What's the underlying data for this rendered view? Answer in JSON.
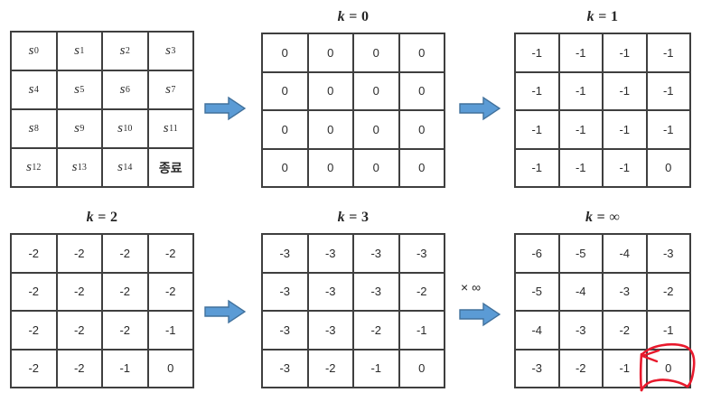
{
  "figure": {
    "title_inf_symbol": "∞",
    "k_symbol": "k",
    "equals": "=",
    "times_infinity_label": "× ∞"
  },
  "panels": [
    {
      "id": "states",
      "title_prefix": "",
      "title_k": "",
      "title_eq": "",
      "title_value": "",
      "has_title": false,
      "kind": "states",
      "cells": [
        {
          "base": "s",
          "sub": "0"
        },
        {
          "base": "s",
          "sub": "1"
        },
        {
          "base": "s",
          "sub": "2"
        },
        {
          "base": "s",
          "sub": "3"
        },
        {
          "base": "s",
          "sub": "4"
        },
        {
          "base": "s",
          "sub": "5"
        },
        {
          "base": "s",
          "sub": "6"
        },
        {
          "base": "s",
          "sub": "7"
        },
        {
          "base": "s",
          "sub": "8"
        },
        {
          "base": "s",
          "sub": "9"
        },
        {
          "base": "s",
          "sub": "10"
        },
        {
          "base": "s",
          "sub": "11"
        },
        {
          "base": "s",
          "sub": "12"
        },
        {
          "base": "s",
          "sub": "13"
        },
        {
          "base": "s",
          "sub": "14"
        },
        {
          "base": "종료",
          "sub": ""
        }
      ]
    },
    {
      "id": "k0",
      "has_title": true,
      "title_k": "k",
      "title_eq": "=",
      "title_value": "0",
      "kind": "values",
      "values": [
        "0",
        "0",
        "0",
        "0",
        "0",
        "0",
        "0",
        "0",
        "0",
        "0",
        "0",
        "0",
        "0",
        "0",
        "0",
        "0"
      ]
    },
    {
      "id": "k1",
      "has_title": true,
      "title_k": "k",
      "title_eq": "=",
      "title_value": "1",
      "kind": "values",
      "values": [
        "-1",
        "-1",
        "-1",
        "-1",
        "-1",
        "-1",
        "-1",
        "-1",
        "-1",
        "-1",
        "-1",
        "-1",
        "-1",
        "-1",
        "-1",
        "0"
      ]
    },
    {
      "id": "k2",
      "has_title": true,
      "title_k": "k",
      "title_eq": "=",
      "title_value": "2",
      "kind": "values",
      "values": [
        "-2",
        "-2",
        "-2",
        "-2",
        "-2",
        "-2",
        "-2",
        "-2",
        "-2",
        "-2",
        "-2",
        "-1",
        "-2",
        "-2",
        "-1",
        "0"
      ]
    },
    {
      "id": "k3",
      "has_title": true,
      "title_k": "k",
      "title_eq": "=",
      "title_value": "3",
      "kind": "values",
      "values": [
        "-3",
        "-3",
        "-3",
        "-3",
        "-3",
        "-3",
        "-3",
        "-2",
        "-3",
        "-3",
        "-2",
        "-1",
        "-3",
        "-2",
        "-1",
        "0"
      ]
    },
    {
      "id": "kinf",
      "has_title": true,
      "title_k": "k",
      "title_eq": "=",
      "title_value": "∞",
      "kind": "values",
      "values": [
        "-6",
        "-5",
        "-4",
        "-3",
        "-5",
        "-4",
        "-3",
        "-2",
        "-4",
        "-3",
        "-2",
        "-1",
        "-3",
        "-2",
        "-1",
        "0"
      ]
    }
  ],
  "arrows": [
    {
      "id": "arrow-states-to-k0",
      "label": ""
    },
    {
      "id": "arrow-k0-to-k1",
      "label": ""
    },
    {
      "id": "arrow-k2-to-k3",
      "label": ""
    },
    {
      "id": "arrow-k3-to-kinf",
      "label": "× ∞"
    }
  ],
  "annotation": {
    "id": "highlight-terminal-zero",
    "color": "#e8192c",
    "target_value": "0"
  },
  "colors": {
    "arrow_fill": "#5b9bd5",
    "arrow_stroke": "#41719c",
    "grid_line": "#3f3f3f",
    "text": "#262626",
    "annotation_red": "#e8192c",
    "background": "#ffffff"
  }
}
